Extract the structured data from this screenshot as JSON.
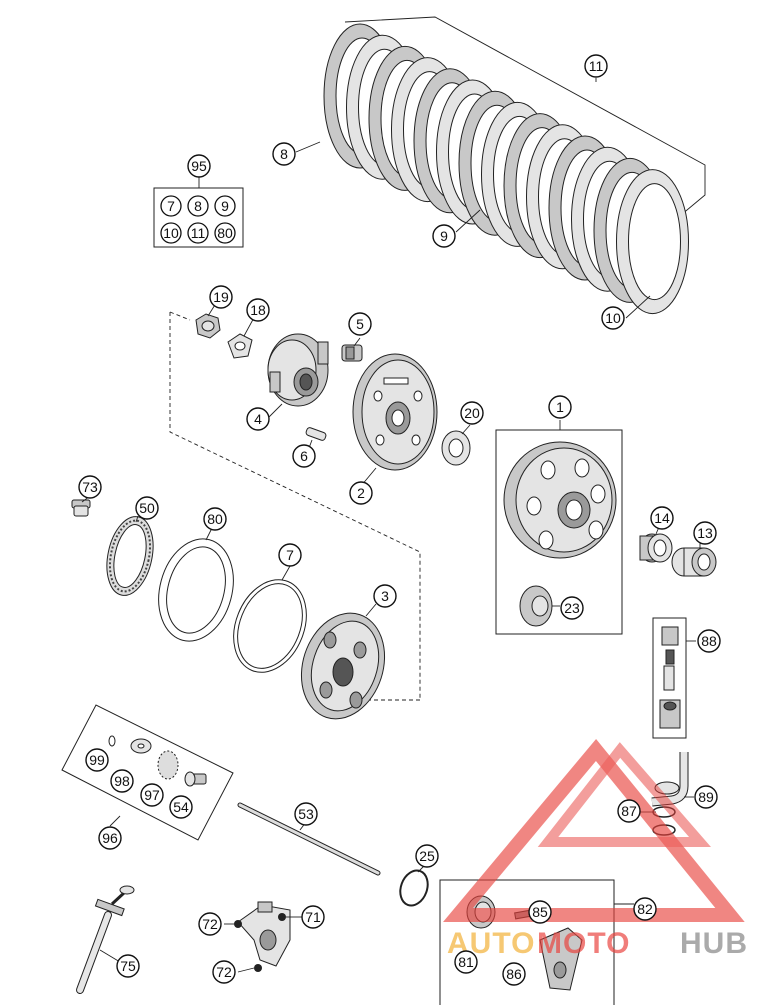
{
  "callouts": [
    {
      "id": "c1",
      "label": "1"
    },
    {
      "id": "c2",
      "label": "2"
    },
    {
      "id": "c3",
      "label": "3"
    },
    {
      "id": "c4",
      "label": "4"
    },
    {
      "id": "c5",
      "label": "5"
    },
    {
      "id": "c6",
      "label": "6"
    },
    {
      "id": "c7",
      "label": "7"
    },
    {
      "id": "c8",
      "label": "8"
    },
    {
      "id": "c9",
      "label": "9"
    },
    {
      "id": "c10",
      "label": "10"
    },
    {
      "id": "c11",
      "label": "11"
    },
    {
      "id": "c13",
      "label": "13"
    },
    {
      "id": "c14",
      "label": "14"
    },
    {
      "id": "c18",
      "label": "18"
    },
    {
      "id": "c19",
      "label": "19"
    },
    {
      "id": "c20",
      "label": "20"
    },
    {
      "id": "c23",
      "label": "23"
    },
    {
      "id": "c25",
      "label": "25"
    },
    {
      "id": "c50",
      "label": "50"
    },
    {
      "id": "c53",
      "label": "53"
    },
    {
      "id": "c54",
      "label": "54"
    },
    {
      "id": "c71",
      "label": "71"
    },
    {
      "id": "c72a",
      "label": "72"
    },
    {
      "id": "c72b",
      "label": "72"
    },
    {
      "id": "c73",
      "label": "73"
    },
    {
      "id": "c75",
      "label": "75"
    },
    {
      "id": "c80",
      "label": "80"
    },
    {
      "id": "c81",
      "label": "81"
    },
    {
      "id": "c82",
      "label": "82"
    },
    {
      "id": "c85",
      "label": "85"
    },
    {
      "id": "c86",
      "label": "86"
    },
    {
      "id": "c87",
      "label": "87"
    },
    {
      "id": "c88",
      "label": "88"
    },
    {
      "id": "c89",
      "label": "89"
    },
    {
      "id": "c95",
      "label": "95"
    },
    {
      "id": "c96",
      "label": "96"
    },
    {
      "id": "c97",
      "label": "97"
    },
    {
      "id": "c98",
      "label": "98"
    },
    {
      "id": "c99",
      "label": "99"
    }
  ],
  "kit95": [
    "7",
    "8",
    "9",
    "10",
    "11",
    "80"
  ],
  "watermark": {
    "part1": "AUTO",
    "part2": "MOTO",
    "part3": "HUB",
    "color_orange": "#f2b33d",
    "color_red": "#e8413c",
    "color_grey": "#8a8a8a"
  }
}
